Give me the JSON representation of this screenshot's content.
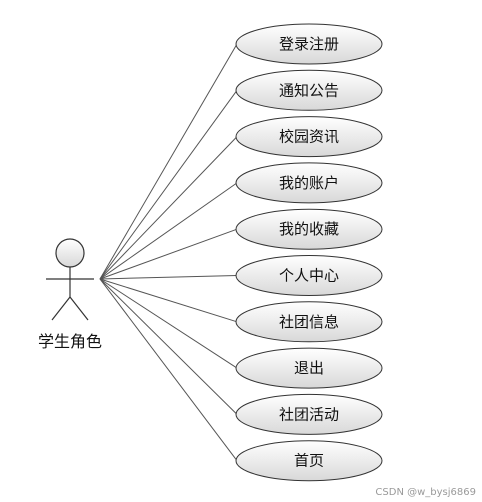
{
  "actor": {
    "label": "学生角色"
  },
  "use_cases": [
    "登录注册",
    "通知公告",
    "校园资讯",
    "我的账户",
    "我的收藏",
    "个人中心",
    "社团信息",
    "退出",
    "社团活动",
    "首页"
  ],
  "watermark": "CSDN @w_bysj6869",
  "colors": {
    "ellipse_top": "#ffffff",
    "ellipse_bottom": "#d8d8d8",
    "stroke": "#333333",
    "line": "#555555"
  }
}
